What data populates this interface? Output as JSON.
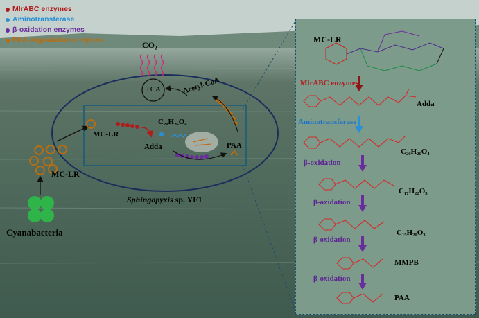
{
  "legend": {
    "items": [
      {
        "label": "MlrABC enzymes",
        "color": "#b01c1c"
      },
      {
        "label": "Aminotransferase",
        "color": "#2a8fd6"
      },
      {
        "label": "β-oxidation enzymes",
        "color": "#6a2d9e"
      },
      {
        "label": "PAA degradation  enzymes",
        "color": "#b86d10"
      }
    ]
  },
  "cell": {
    "co2": "CO₂",
    "tca": "TCA",
    "acetyl_coa": "Acetyl-CoA",
    "mc_lr": "MC-LR",
    "adda": "Adda",
    "c20": "C₂₀H₂₆O₄",
    "paa": "PAA",
    "organism_italic": "Sphingopyxis",
    "organism_rest": " sp. YF1"
  },
  "outside": {
    "mc_lr": "MC-LR",
    "cyanobacteria": "Cyanabacteria"
  },
  "pathway": {
    "start": "MC-LR",
    "steps": [
      {
        "enzyme": "MlrABC enzymes",
        "enzyme_color": "#b01c1c",
        "arrow_color": "#8c1515",
        "product": "Adda"
      },
      {
        "enzyme": "Aminotransferase",
        "enzyme_color": "#1d72c8",
        "arrow_color": "#2a8fd6",
        "product": "C₂₀H₂₆O₄"
      },
      {
        "enzyme": "β-oxidation",
        "enzyme_color": "#5c2592",
        "arrow_color": "#6a2d9e",
        "product": "C₁₇H₂₂O₃"
      },
      {
        "enzyme": "β-oxidation",
        "enzyme_color": "#5c2592",
        "arrow_color": "#6a2d9e",
        "product": "C₁₅H₂₀O₃"
      },
      {
        "enzyme": "β-oxidation",
        "enzyme_color": "#5c2592",
        "arrow_color": "#6a2d9e",
        "product": "MMPB"
      },
      {
        "enzyme": "β-oxidation",
        "enzyme_color": "#5c2592",
        "arrow_color": "#6a2d9e",
        "product": "PAA"
      }
    ]
  }
}
